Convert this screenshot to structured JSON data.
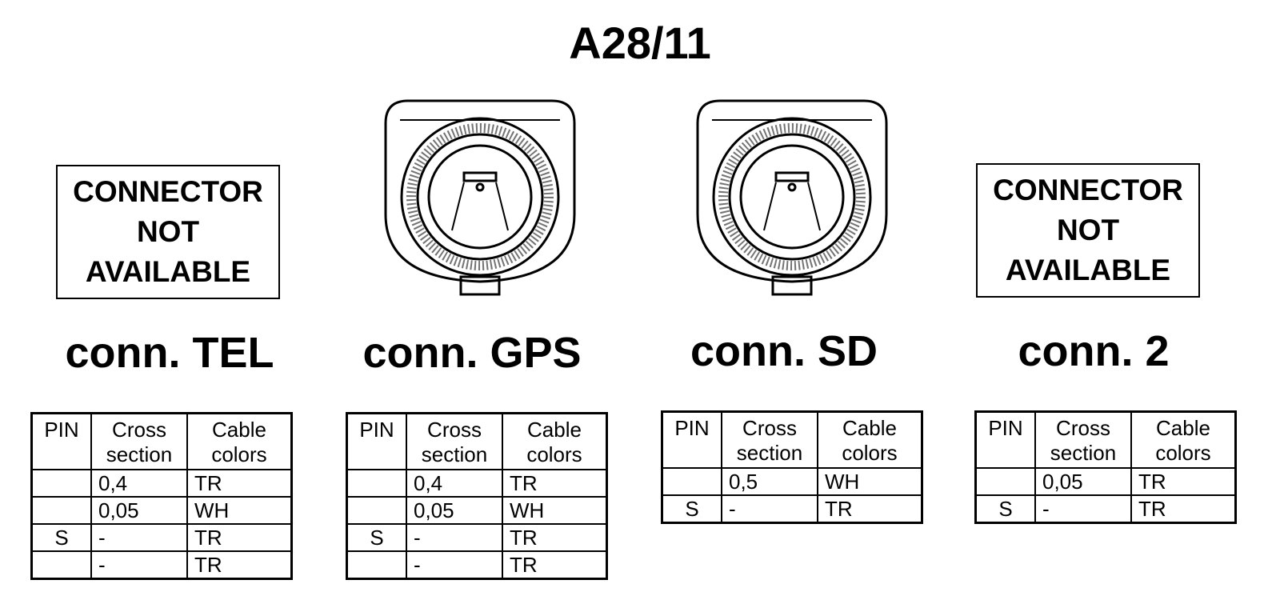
{
  "title": "A28/11",
  "connectors": [
    {
      "label": "conn. TEL",
      "not_available_lines": [
        "CONNECTOR",
        "NOT",
        "AVAILABLE"
      ],
      "table": {
        "headers": [
          "PIN",
          "Cross section",
          "Cable colors"
        ],
        "rows": [
          {
            "pin": "",
            "cross": "0,4",
            "color": "TR"
          },
          {
            "pin": "",
            "cross": "0,05",
            "color": "WH"
          },
          {
            "pin": "S",
            "cross": "-",
            "color": "TR"
          },
          {
            "pin": "",
            "cross": "-",
            "color": "TR"
          }
        ]
      }
    },
    {
      "label": "conn. GPS",
      "table": {
        "headers": [
          "PIN",
          "Cross section",
          "Cable colors"
        ],
        "rows": [
          {
            "pin": "",
            "cross": "0,4",
            "color": "TR"
          },
          {
            "pin": "",
            "cross": "0,05",
            "color": "WH"
          },
          {
            "pin": "S",
            "cross": "-",
            "color": "TR"
          },
          {
            "pin": "",
            "cross": "-",
            "color": "TR"
          }
        ]
      }
    },
    {
      "label": "conn. SD",
      "table": {
        "headers": [
          "PIN",
          "Cross section",
          "Cable colors"
        ],
        "rows": [
          {
            "pin": "",
            "cross": "0,5",
            "color": "WH"
          },
          {
            "pin": "S",
            "cross": "-",
            "color": "TR"
          }
        ]
      }
    },
    {
      "label": "conn. 2",
      "not_available_lines": [
        "CONNECTOR",
        "NOT",
        "AVAILABLE"
      ],
      "table": {
        "headers": [
          "PIN",
          "Cross section",
          "Cable colors"
        ],
        "rows": [
          {
            "pin": "",
            "cross": "0,05",
            "color": "TR"
          },
          {
            "pin": "S",
            "cross": "-",
            "color": "TR"
          }
        ]
      }
    }
  ]
}
